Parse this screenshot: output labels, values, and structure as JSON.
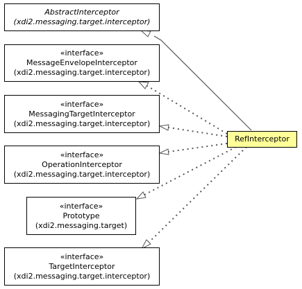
{
  "diagram": {
    "classes": [
      {
        "id": "abstract-interceptor",
        "stereotype": "",
        "name": "AbstractInterceptor",
        "package": "(xdi2.messaging.target.interceptor)",
        "abstract": true
      },
      {
        "id": "message-envelope-interceptor",
        "stereotype": "«interface»",
        "name": "MessageEnvelopeInterceptor",
        "package": "(xdi2.messaging.target.interceptor)",
        "abstract": false
      },
      {
        "id": "messaging-target-interceptor",
        "stereotype": "«interface»",
        "name": "MessagingTargetInterceptor",
        "package": "(xdi2.messaging.target.interceptor)",
        "abstract": false
      },
      {
        "id": "operation-interceptor",
        "stereotype": "«interface»",
        "name": "OperationInterceptor",
        "package": "(xdi2.messaging.target.interceptor)",
        "abstract": false
      },
      {
        "id": "prototype",
        "stereotype": "«interface»",
        "name": "Prototype",
        "package": "(xdi2.messaging.target)",
        "abstract": false
      },
      {
        "id": "target-interceptor",
        "stereotype": "«interface»",
        "name": "TargetInterceptor",
        "package": "(xdi2.messaging.target.interceptor)",
        "abstract": false
      }
    ],
    "focus": {
      "id": "ref-interceptor",
      "name": "RefInterceptor",
      "fill_color": "#ffff99"
    },
    "relations": [
      {
        "from": "ref-interceptor",
        "to": "abstract-interceptor",
        "kind": "extends"
      },
      {
        "from": "ref-interceptor",
        "to": "message-envelope-interceptor",
        "kind": "implements"
      },
      {
        "from": "ref-interceptor",
        "to": "messaging-target-interceptor",
        "kind": "implements"
      },
      {
        "from": "ref-interceptor",
        "to": "operation-interceptor",
        "kind": "implements"
      },
      {
        "from": "ref-interceptor",
        "to": "prototype",
        "kind": "implements"
      },
      {
        "from": "ref-interceptor",
        "to": "target-interceptor",
        "kind": "implements"
      }
    ]
  }
}
